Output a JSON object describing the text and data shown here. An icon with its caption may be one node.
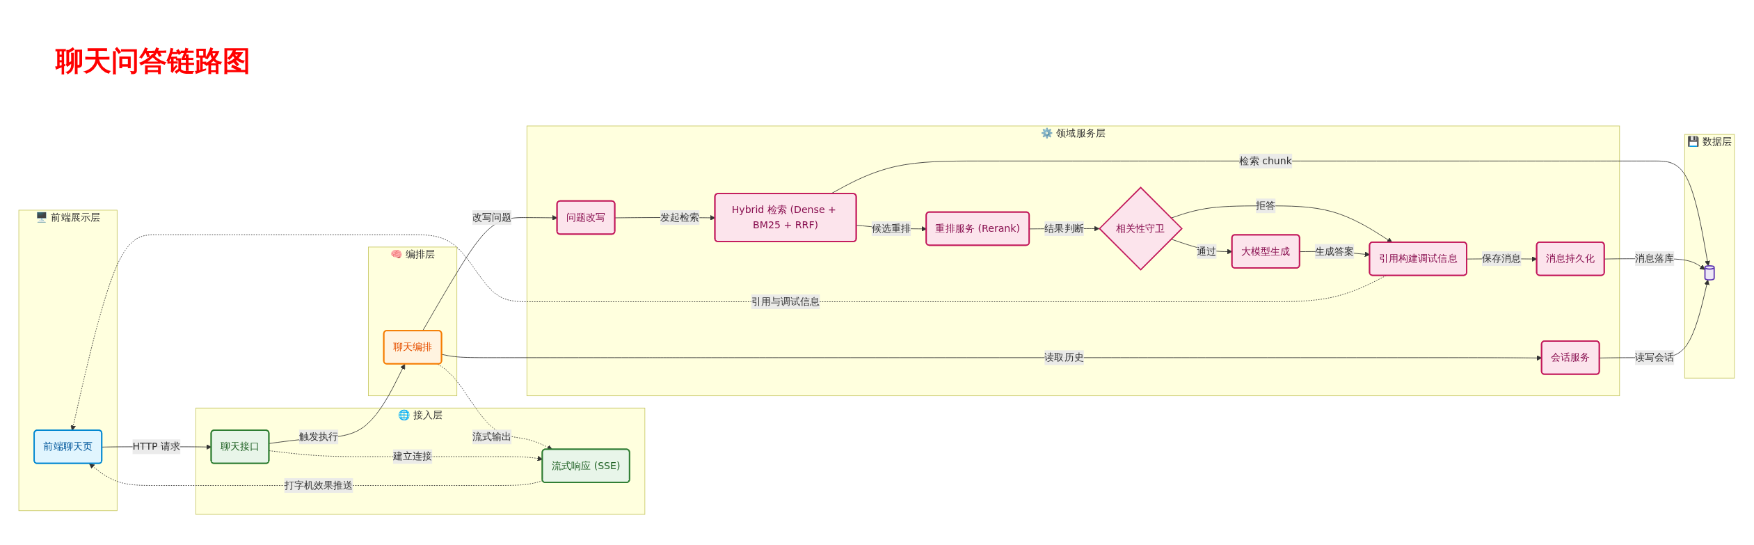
{
  "diagram": {
    "title": "聊天问答链路图",
    "nodes": [
      {
        "text": [
          "🖥️ 前端展示层"
        ]
      },
      {
        "text": [
          "前端聊天页"
        ],
        "in": 0
      },
      {
        "text": [
          "🌐 接入层"
        ]
      },
      {
        "text": [
          "聊天接口"
        ],
        "in": 2
      },
      {
        "text": [
          "流式响应 (SSE)"
        ],
        "in": 2
      },
      {
        "text": [
          "🧠 编排层"
        ]
      },
      {
        "text": [
          "聊天编排"
        ],
        "in": 5
      },
      {
        "text": [
          "⚙️ 领域服务层"
        ]
      },
      {
        "text": [
          "会话服务"
        ],
        "in": 7
      },
      {
        "text": [
          "问题改写"
        ],
        "in": 7
      },
      {
        "text": [
          "Hybrid 检索 (Dense + BM25 + RRF)"
        ],
        "in": 7
      },
      {
        "text": [
          "重排服务 (Rerank)"
        ],
        "in": 7
      },
      {
        "text": [
          "相关性守卫"
        ],
        "in": 7
      },
      {
        "text": [
          "大模型生成"
        ],
        "in": 7
      },
      {
        "text": [
          "引用构建调试信息"
        ],
        "in": 7
      },
      {
        "text": [
          "消息持久化"
        ],
        "in": 7
      },
      {
        "text": [
          "💾 数据层"
        ]
      },
      {
        "text": [],
        "shape": "cylinder",
        "in": 16
      }
    ],
    "edges": [
      {
        "from": 1,
        "to": 3,
        "arrow": "to",
        "label": "HTTP 请求"
      },
      {
        "from": 3,
        "to": 6,
        "arrow": "to",
        "label": "触发执行"
      },
      {
        "from": 6,
        "to": 9,
        "arrow": "to",
        "label": "改写问题"
      },
      {
        "from": 6,
        "to": 8,
        "arrow": "to",
        "label": "读取历史"
      },
      {
        "from": 9,
        "to": 10,
        "arrow": "to",
        "label": "发起检索"
      },
      {
        "from": 10,
        "to": 17,
        "arrow": "to",
        "label": "检索 chunk"
      },
      {
        "from": 10,
        "to": 11,
        "arrow": "to",
        "label": "候选重排"
      },
      {
        "from": 11,
        "to": 12,
        "arrow": "to",
        "label": "结果判断"
      },
      {
        "from": 12,
        "to": 13,
        "arrow": "to",
        "label": "通过"
      },
      {
        "from": 12,
        "to": 14,
        "arrow": "to",
        "label": "拒答"
      },
      {
        "from": 13,
        "to": 14,
        "arrow": "to",
        "label": "生成答案"
      },
      {
        "from": 14,
        "to": 15,
        "arrow": "to",
        "label": "保存消息"
      },
      {
        "from": 15,
        "to": 17,
        "arrow": "to",
        "label": "消息落库"
      },
      {
        "from": 8,
        "to": 17,
        "arrow": "to",
        "label": "读写会话"
      },
      {
        "from": 14,
        "to": 1,
        "arrow": "to",
        "label": "引用与调试信息",
        "style": "dashed"
      },
      {
        "from": 6,
        "to": 4,
        "arrow": "to",
        "label": "流式输出",
        "style": "dashed"
      },
      {
        "from": 3,
        "to": 4,
        "arrow": "to",
        "label": "建立连接",
        "style": "dashed"
      },
      {
        "from": 4,
        "to": 1,
        "arrow": "to",
        "label": "打字机效果推送",
        "style": "dashed"
      }
    ]
  }
}
